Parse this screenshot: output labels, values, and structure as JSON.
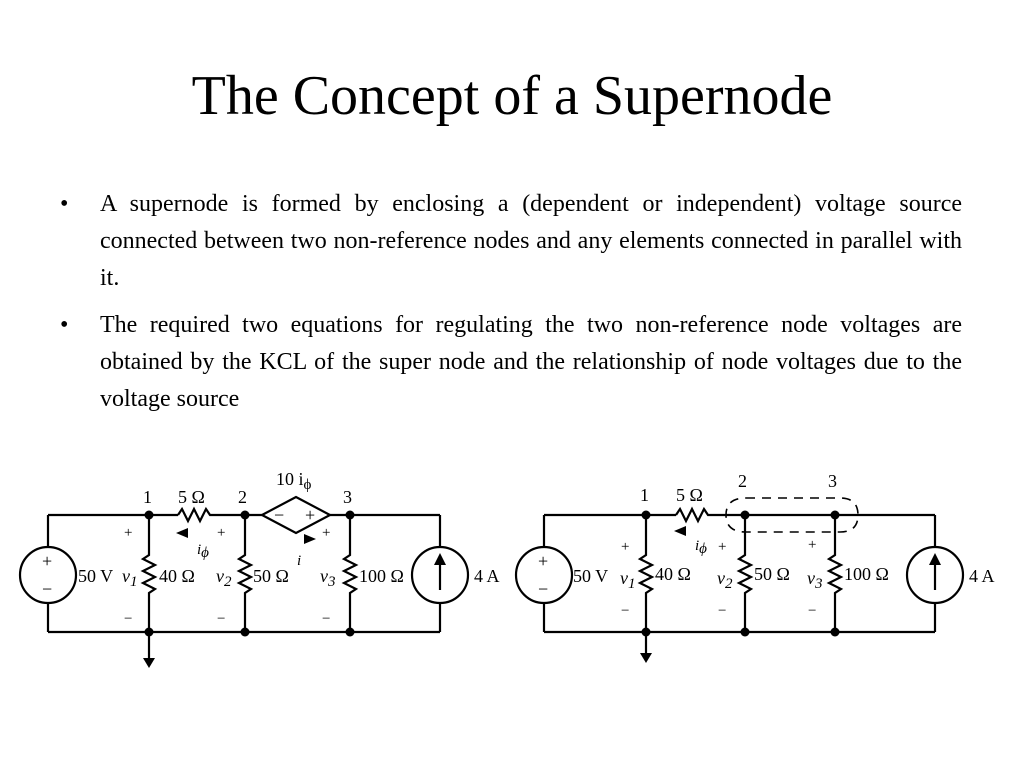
{
  "slide": {
    "title": "The Concept of a Supernode",
    "bullets": [
      "A supernode is formed by enclosing a (dependent or independent) voltage source connected between two non-reference nodes and any elements connected in parallel with it.",
      "The required two equations for regulating the two non-reference node voltages are obtained by the KCL of the super node and the relationship of node voltages due to the voltage source"
    ],
    "bullet_marker": "•"
  },
  "circuit_left": {
    "node_1": "1",
    "node_2": "2",
    "node_3": "3",
    "r12": "5 Ω",
    "dep_source": "10 i",
    "dep_source_sub": "ϕ",
    "v_src": "50 V",
    "v1": "v",
    "v1_sub": "1",
    "v2": "v",
    "v2_sub": "2",
    "v3": "v",
    "v3_sub": "3",
    "r1": "40 Ω",
    "r2": "50 Ω",
    "r3": "100 Ω",
    "i_src": "4 A",
    "i_phi": "i",
    "i_phi_sub": "ϕ",
    "i": "i",
    "plus": "+",
    "minus": "−"
  },
  "circuit_right": {
    "node_1": "1",
    "node_2": "2",
    "node_3": "3",
    "r12": "5 Ω",
    "v_src": "50 V",
    "v1": "v",
    "v1_sub": "1",
    "v2": "v",
    "v2_sub": "2",
    "v3": "v",
    "v3_sub": "3",
    "r1": "40 Ω",
    "r2": "50 Ω",
    "r3": "100 Ω",
    "i_src": "4 A",
    "i_phi": "i",
    "i_phi_sub": "ϕ",
    "plus": "+",
    "minus": "−"
  }
}
